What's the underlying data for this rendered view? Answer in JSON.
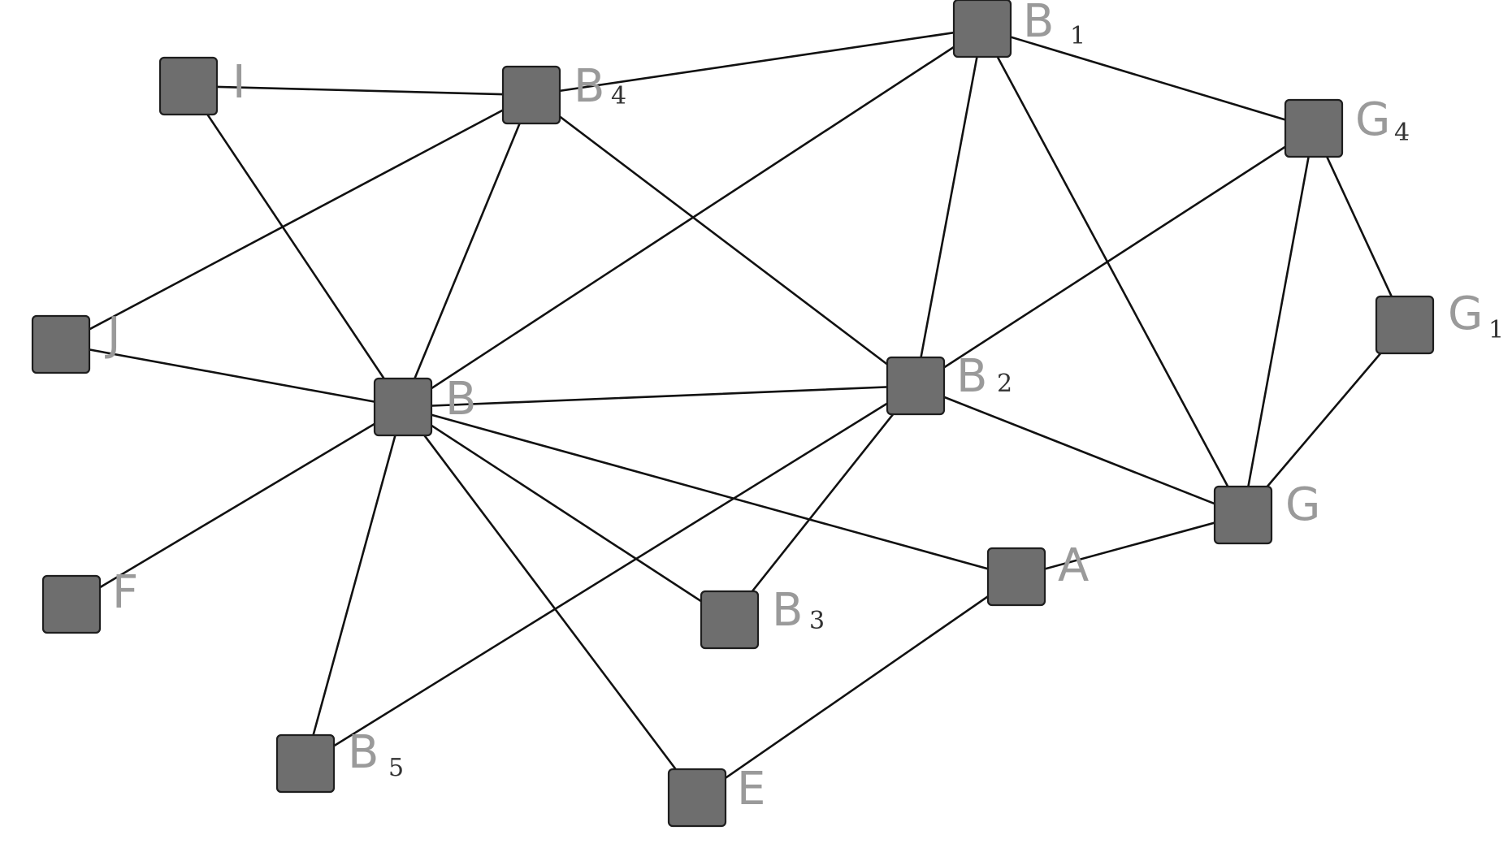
{
  "nodes": [
    {
      "id": "I",
      "label": "I",
      "sub": ""
    },
    {
      "id": "B4",
      "label": "B",
      "sub": "4"
    },
    {
      "id": "B1",
      "label": "B",
      "sub": "1"
    },
    {
      "id": "G4",
      "label": "G",
      "sub": "4"
    },
    {
      "id": "J",
      "label": "J",
      "sub": ""
    },
    {
      "id": "B",
      "label": "B",
      "sub": ""
    },
    {
      "id": "B2",
      "label": "B",
      "sub": "2"
    },
    {
      "id": "G1",
      "label": "G",
      "sub": "1"
    },
    {
      "id": "G",
      "label": "G",
      "sub": ""
    },
    {
      "id": "A",
      "label": "A",
      "sub": ""
    },
    {
      "id": "F",
      "label": "F",
      "sub": ""
    },
    {
      "id": "B3",
      "label": "B",
      "sub": "3"
    },
    {
      "id": "B5",
      "label": "B",
      "sub": "5"
    },
    {
      "id": "E",
      "label": "E",
      "sub": ""
    }
  ],
  "edges": [
    [
      "I",
      "B4"
    ],
    [
      "I",
      "B"
    ],
    [
      "B4",
      "J"
    ],
    [
      "B4",
      "B"
    ],
    [
      "B4",
      "B2"
    ],
    [
      "B4",
      "B1"
    ],
    [
      "B1",
      "B"
    ],
    [
      "B1",
      "B2"
    ],
    [
      "B1",
      "G"
    ],
    [
      "B1",
      "G4"
    ],
    [
      "G4",
      "B2"
    ],
    [
      "G4",
      "G"
    ],
    [
      "G4",
      "G1"
    ],
    [
      "G1",
      "G"
    ],
    [
      "J",
      "B"
    ],
    [
      "B",
      "B2"
    ],
    [
      "B",
      "F"
    ],
    [
      "B",
      "B5"
    ],
    [
      "B",
      "E"
    ],
    [
      "B",
      "B3"
    ],
    [
      "B",
      "A"
    ],
    [
      "B2",
      "B3"
    ],
    [
      "B2",
      "B5"
    ],
    [
      "B2",
      "G"
    ],
    [
      "A",
      "G"
    ],
    [
      "A",
      "E"
    ]
  ]
}
